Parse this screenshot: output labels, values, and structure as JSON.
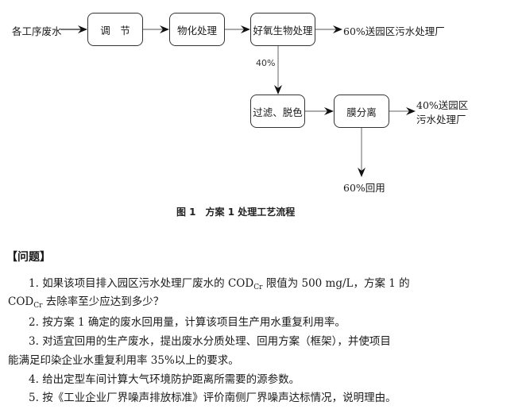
{
  "figure": {
    "source_label": "各工序废水",
    "nodes": [
      {
        "id": "tiaojie",
        "label": "调　节"
      },
      {
        "id": "wuhua",
        "label": "物化处理"
      },
      {
        "id": "haoyang",
        "label": "好氧生物处理"
      },
      {
        "id": "guolv",
        "label": "过滤、脱色"
      },
      {
        "id": "mofenli",
        "label": "膜分离"
      }
    ],
    "outputs": {
      "haoyang_out": "60%送园区污水处理厂",
      "haoyang_down": "40%",
      "mofenli_out_line1": "40%送园区",
      "mofenli_out_line2": "污水处理厂",
      "mofenli_down": "60%回用"
    },
    "caption": "图 1　方案 1 处理工艺流程"
  },
  "questions": {
    "heading": "【问题】",
    "items": [
      {
        "num": "1.",
        "p1": "如果该项目排入园区污水处理厂废水的 COD",
        "sub1": "Cr",
        "p2": " 限值为 500 mg/L，方案 1 的",
        "p3": "COD",
        "sub2": "Cr",
        "p4": " 去除率至少应达到多少？"
      },
      {
        "num": "2.",
        "text": "按方案 1 确定的废水回用量，计算该项目生产用水重复利用率。"
      },
      {
        "num": "3.",
        "text": "对适宜回用的生产废水，提出废水分质处理、回用方案（框架），并使项目",
        "cont": "能满足印染企业水重复利用率 35%以上的要求。"
      },
      {
        "num": "4.",
        "text": "给出定型车间计算大气环境防护距离所需要的源参数。"
      },
      {
        "num": "5.",
        "text": "按《工业企业厂界噪声排放标准》评价南侧厂界噪声达标情况，说明理由。"
      }
    ]
  }
}
